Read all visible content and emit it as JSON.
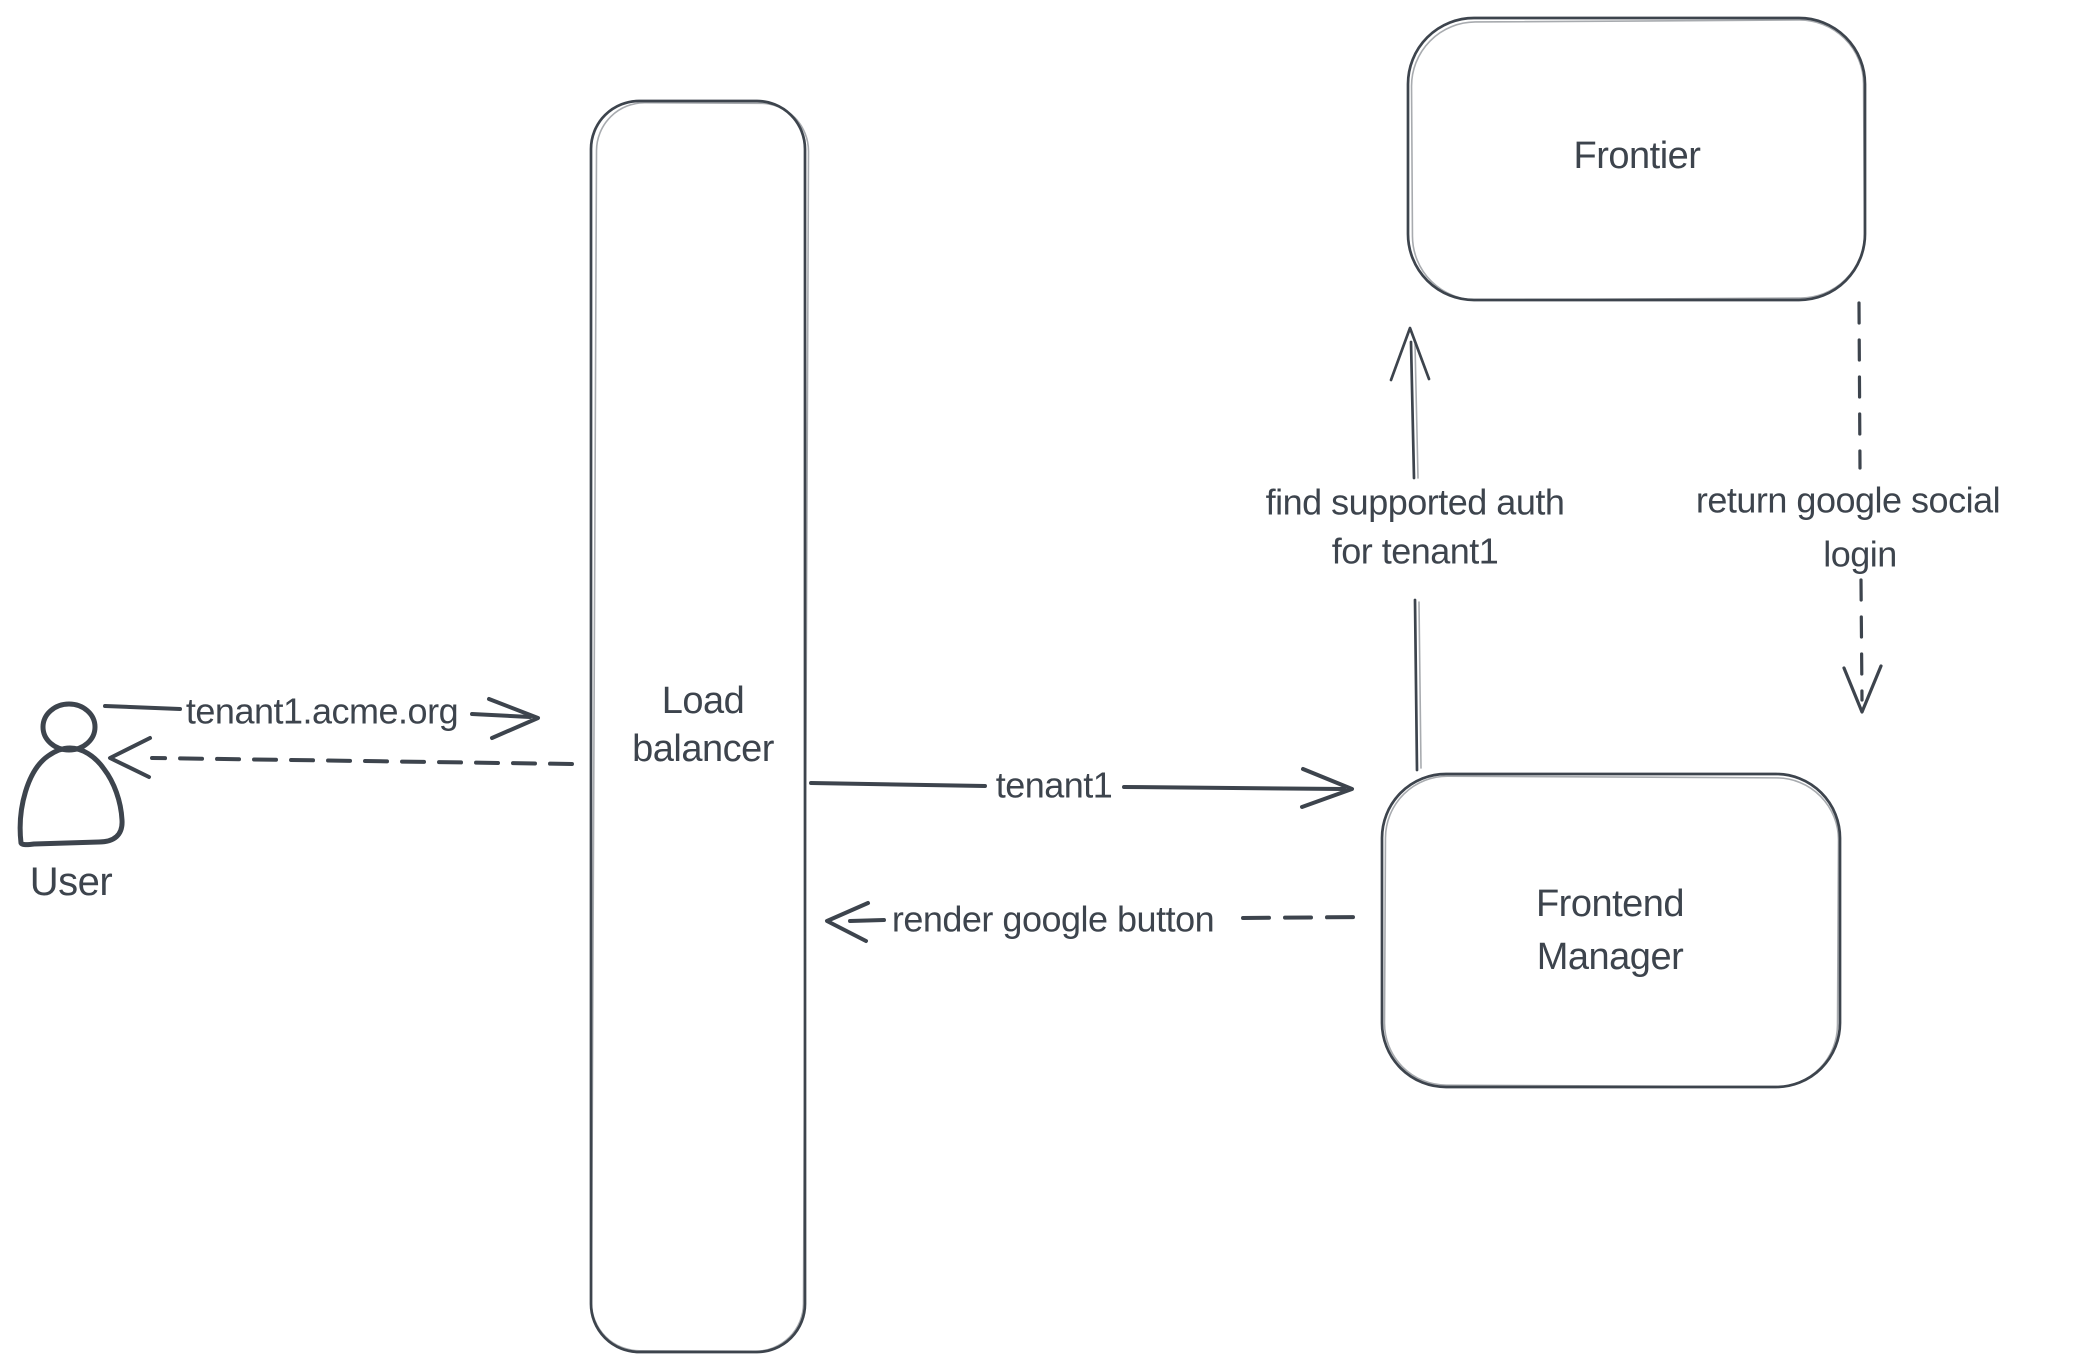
{
  "diagram": {
    "colors": {
      "stroke": "#3d444d",
      "hatch": "#ccd4dd",
      "background": "#ffffff"
    },
    "actors": {
      "user": {
        "label": "User"
      }
    },
    "nodes": {
      "load_balancer": {
        "label_lines": [
          "Load",
          "balancer"
        ]
      },
      "frontier": {
        "label": "Frontier"
      },
      "frontend_manager": {
        "label_lines": [
          "Frontend",
          "Manager"
        ]
      }
    },
    "edges": {
      "user_to_load_balancer": {
        "label": "tenant1.acme.org",
        "style": "solid",
        "from": "User",
        "to": "Load balancer"
      },
      "load_balancer_to_user": {
        "style": "dashed",
        "from": "Load balancer",
        "to": "User"
      },
      "load_balancer_to_frontend_manager": {
        "label": "tenant1",
        "style": "solid",
        "from": "Load balancer",
        "to": "Frontend Manager"
      },
      "frontend_manager_to_load_balancer": {
        "label": "render google button",
        "style": "dashed",
        "from": "Frontend Manager",
        "to": "Load balancer"
      },
      "frontend_manager_to_frontier": {
        "label_lines": [
          "find supported auth",
          "for tenant1"
        ],
        "style": "solid",
        "from": "Frontend Manager",
        "to": "Frontier"
      },
      "frontier_to_frontend_manager": {
        "label_lines": [
          "return google social",
          "login"
        ],
        "style": "dashed",
        "from": "Frontier",
        "to": "Frontend Manager"
      }
    }
  }
}
